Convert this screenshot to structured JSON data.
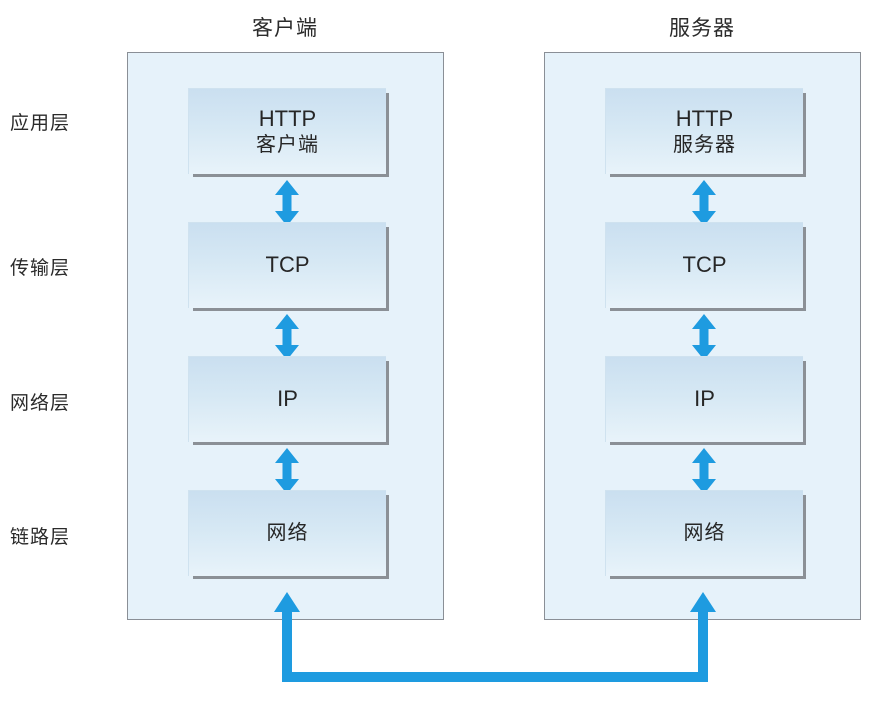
{
  "diagram": {
    "title_client": "客户端",
    "title_server": "服务器",
    "accent_color": "#1e9be0",
    "container_fill": "#e6f2fa",
    "container_border": "#8a8f96",
    "box_shadow_color": "#8b9096",
    "text_color": "#262626",
    "layer_labels": [
      {
        "id": "application",
        "label": "应用层"
      },
      {
        "id": "transport",
        "label": "传输层"
      },
      {
        "id": "network",
        "label": "网络层"
      },
      {
        "id": "link",
        "label": "链路层"
      }
    ],
    "client_stack": [
      {
        "id": "http-client",
        "line1": "HTTP",
        "line2": "客户端"
      },
      {
        "id": "tcp",
        "line1": "TCP",
        "line2": ""
      },
      {
        "id": "ip",
        "line1": "IP",
        "line2": ""
      },
      {
        "id": "network",
        "line1": "网络",
        "line2": ""
      }
    ],
    "server_stack": [
      {
        "id": "http-server",
        "line1": "HTTP",
        "line2": "服务器"
      },
      {
        "id": "tcp",
        "line1": "TCP",
        "line2": ""
      },
      {
        "id": "ip",
        "line1": "IP",
        "line2": ""
      },
      {
        "id": "network",
        "line1": "网络",
        "line2": ""
      }
    ]
  }
}
